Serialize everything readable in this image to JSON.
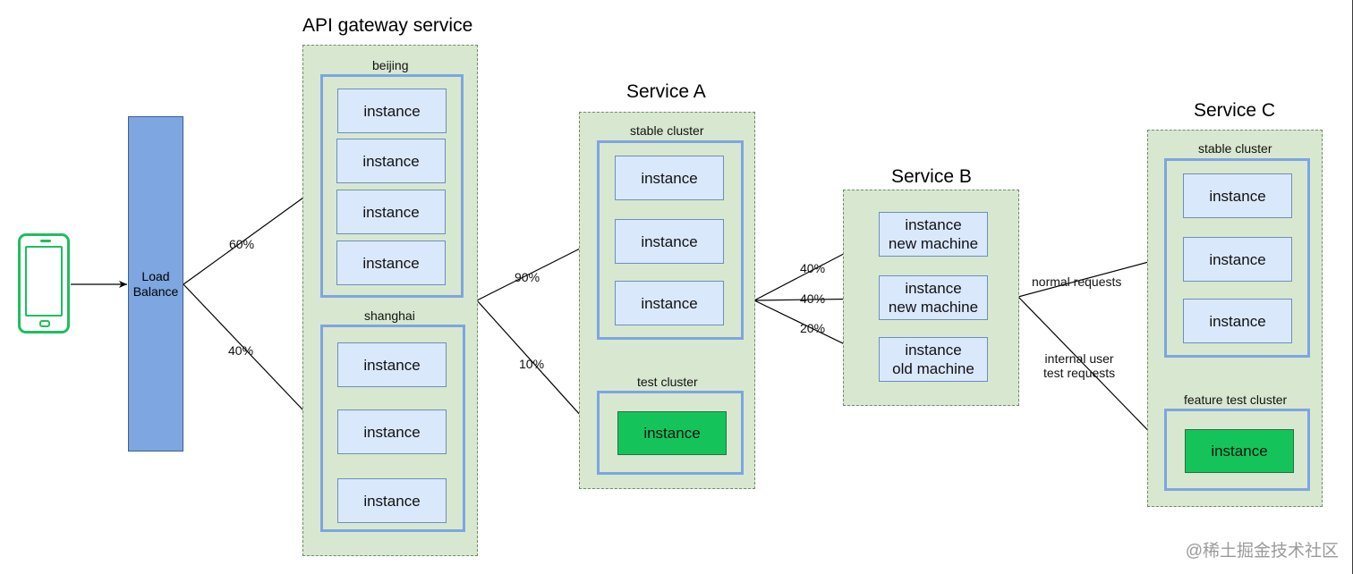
{
  "client": {
    "icon": "smartphone-icon"
  },
  "load_balancer": {
    "line1": "Load",
    "line2": "Balance"
  },
  "gateway": {
    "title": "API gateway service",
    "beijing": {
      "label": "beijing",
      "instances": [
        "instance",
        "instance",
        "instance",
        "instance"
      ]
    },
    "shanghai": {
      "label": "shanghai",
      "instances": [
        "instance",
        "instance",
        "instance"
      ]
    }
  },
  "service_a": {
    "title": "Service A",
    "stable": {
      "label": "stable cluster",
      "instances": [
        "instance",
        "instance",
        "instance"
      ]
    },
    "test": {
      "label": "test cluster",
      "instances": [
        "instance"
      ]
    }
  },
  "service_b": {
    "title": "Service B",
    "instances": [
      {
        "line1": "instance",
        "line2": "new machine"
      },
      {
        "line1": "instance",
        "line2": "new machine"
      },
      {
        "line1": "instance",
        "line2": "old machine"
      }
    ]
  },
  "service_c": {
    "title": "Service C",
    "stable": {
      "label": "stable cluster",
      "instances": [
        "instance",
        "instance",
        "instance"
      ]
    },
    "feature": {
      "label": "feature test cluster",
      "instances": [
        "instance"
      ]
    }
  },
  "edges": {
    "lb_beijing": "60%",
    "lb_shanghai": "40%",
    "gw_stable": "90%",
    "gw_test": "10%",
    "a_b1": "40%",
    "a_b2": "40%",
    "a_b3": "20%",
    "b_c_normal": "normal requests",
    "b_c_internal_1": "internal user",
    "b_c_internal_2": "test requests"
  },
  "colors": {
    "service_bg": "#d8e8d0",
    "cluster_border": "#7ea5e0",
    "instance_bg": "#dae8fc",
    "instance_test_bg": "#14c45b",
    "load_balancer_bg": "#7ea6e0",
    "phone": "#1fbe5e"
  },
  "watermark": "@稀土掘金技术社区"
}
